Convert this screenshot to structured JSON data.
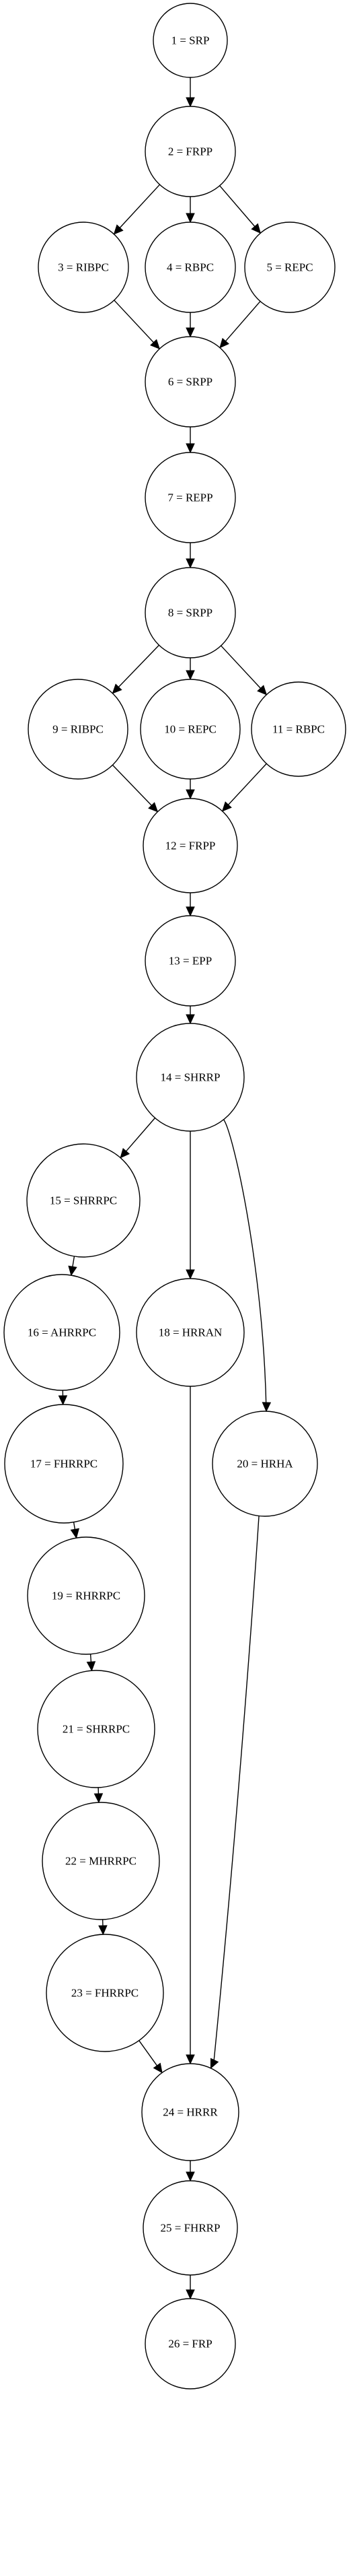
{
  "nodes": [
    {
      "id": 1,
      "label": "1 = SRP"
    },
    {
      "id": 2,
      "label": "2 = FRPP"
    },
    {
      "id": 3,
      "label": "3 = RIBPC"
    },
    {
      "id": 4,
      "label": "4 = RBPC"
    },
    {
      "id": 5,
      "label": "5 = REPC"
    },
    {
      "id": 6,
      "label": "6 = SRPP"
    },
    {
      "id": 7,
      "label": "7 = REPP"
    },
    {
      "id": 8,
      "label": "8 = SRPP"
    },
    {
      "id": 9,
      "label": "9 = RIBPC"
    },
    {
      "id": 10,
      "label": "10 = REPC"
    },
    {
      "id": 11,
      "label": "11 = RBPC"
    },
    {
      "id": 12,
      "label": "12 = FRPP"
    },
    {
      "id": 13,
      "label": "13 = EPP"
    },
    {
      "id": 14,
      "label": "14 = SHRRP"
    },
    {
      "id": 15,
      "label": "15 = SHRRPC"
    },
    {
      "id": 16,
      "label": "16 = AHRRPC"
    },
    {
      "id": 17,
      "label": "17 = FHRRPC"
    },
    {
      "id": 18,
      "label": "18 = HRRAN"
    },
    {
      "id": 19,
      "label": "19 = RHRRPC"
    },
    {
      "id": 20,
      "label": "20 = HRHA"
    },
    {
      "id": 21,
      "label": "21 = SHRRPC"
    },
    {
      "id": 22,
      "label": "22 = MHRRPC"
    },
    {
      "id": 23,
      "label": "23 = FHRRPC"
    },
    {
      "id": 24,
      "label": "24 = HRRR"
    },
    {
      "id": 25,
      "label": "25 = FHRRP"
    },
    {
      "id": 26,
      "label": "26 = FRP"
    }
  ],
  "edges": [
    {
      "from": 1,
      "to": 2
    },
    {
      "from": 2,
      "to": 3
    },
    {
      "from": 2,
      "to": 4
    },
    {
      "from": 2,
      "to": 5
    },
    {
      "from": 3,
      "to": 6
    },
    {
      "from": 4,
      "to": 6
    },
    {
      "from": 5,
      "to": 6
    },
    {
      "from": 6,
      "to": 7
    },
    {
      "from": 7,
      "to": 8
    },
    {
      "from": 8,
      "to": 9
    },
    {
      "from": 8,
      "to": 10
    },
    {
      "from": 8,
      "to": 11
    },
    {
      "from": 9,
      "to": 12
    },
    {
      "from": 10,
      "to": 12
    },
    {
      "from": 11,
      "to": 12
    },
    {
      "from": 12,
      "to": 13
    },
    {
      "from": 13,
      "to": 14
    },
    {
      "from": 14,
      "to": 15
    },
    {
      "from": 14,
      "to": 18
    },
    {
      "from": 14,
      "to": 20
    },
    {
      "from": 15,
      "to": 16
    },
    {
      "from": 16,
      "to": 17
    },
    {
      "from": 17,
      "to": 19
    },
    {
      "from": 19,
      "to": 21
    },
    {
      "from": 21,
      "to": 22
    },
    {
      "from": 22,
      "to": 23
    },
    {
      "from": 23,
      "to": 24
    },
    {
      "from": 18,
      "to": 24
    },
    {
      "from": 20,
      "to": 24
    },
    {
      "from": 24,
      "to": 25
    },
    {
      "from": 25,
      "to": 26
    }
  ]
}
